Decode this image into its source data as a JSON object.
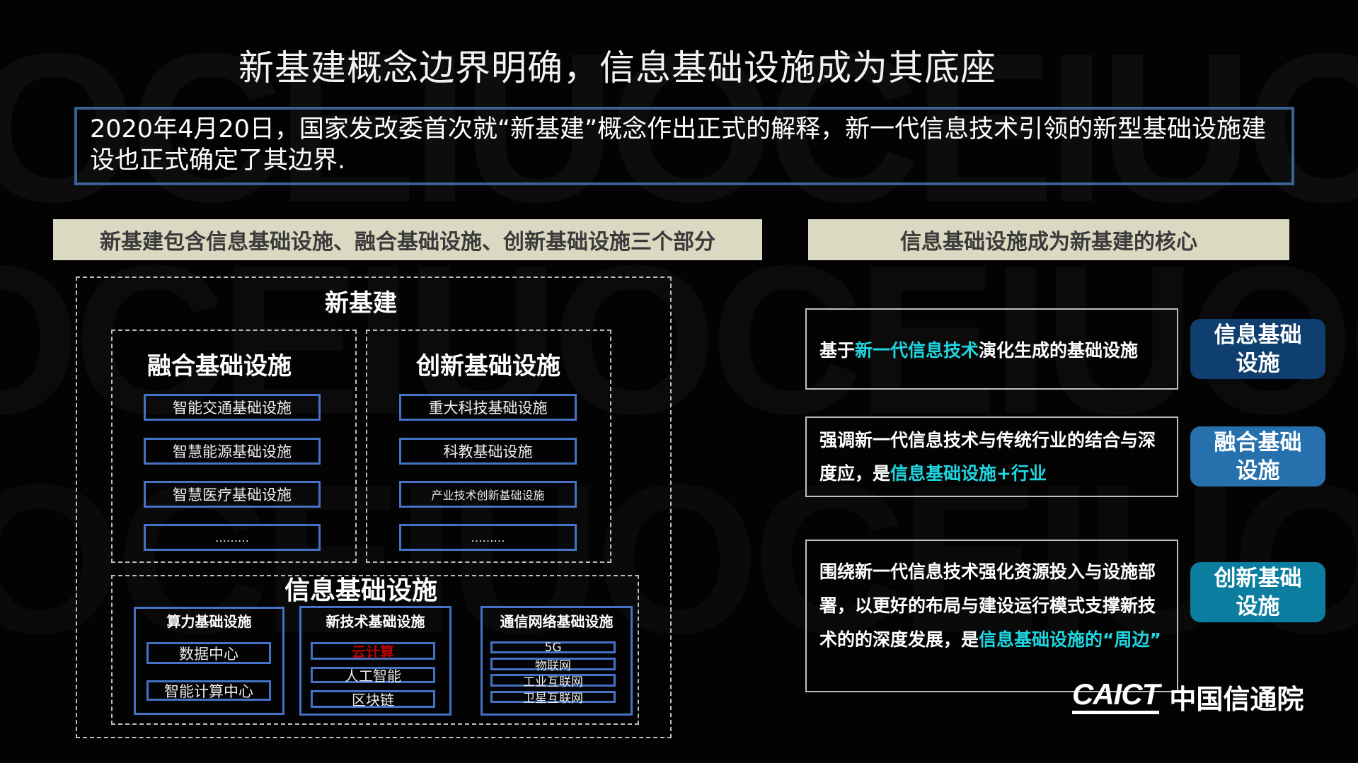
{
  "slide": {
    "title": "新基建概念边界明确，信息基础设施成为其底座",
    "intro": "2020年4月20日，国家发改委首次就“新基建”概念作出正式的解释，新一代信息技术引领的新型基础设施建设也正式确定了其边界.",
    "colors": {
      "background": "#030303",
      "banner_bg": "#dcd9c2",
      "banner_text": "#3a3a3a",
      "intro_border": "#3b6294",
      "box_border": "#4472c4",
      "highlight": "#1fd6e0",
      "red_item": "#c00000",
      "pill_info": "#0f3f6f",
      "pill_fusion": "#2671ad",
      "pill_innovation": "#0b7ea0"
    }
  },
  "left_panel": {
    "banner": "新基建包含信息基础设施、融合基础设施、创新基础设施三个部分",
    "diagram": {
      "root": "新基建",
      "fusion": {
        "title": "融合基础设施",
        "items": [
          "智能交通基础设施",
          "智慧能源基础设施",
          "智慧医疗基础设施",
          "………"
        ]
      },
      "innovation": {
        "title": "创新基础设施",
        "items": [
          "重大科技基础设施",
          "科教基础设施",
          "产业技术创新基础设施",
          "………"
        ]
      },
      "information": {
        "title": "信息基础设施",
        "computing": {
          "title": "算力基础设施",
          "items": [
            "数据中心",
            "智能计算中心"
          ]
        },
        "new_tech": {
          "title": "新技术基础设施",
          "items": [
            "云计算",
            "人工智能",
            "区块链"
          ]
        },
        "network": {
          "title": "通信网络基础设施",
          "items": [
            "5G",
            "物联网",
            "工业互联网",
            "卫星互联网"
          ]
        }
      }
    }
  },
  "right_panel": {
    "banner": "信息基础设施成为新基建的核心",
    "cards": [
      {
        "parts": [
          {
            "text": "基于",
            "hl": false
          },
          {
            "text": "新一代信息技术",
            "hl": true
          },
          {
            "text": "演化生成的基础设施",
            "hl": false
          }
        ],
        "pill_line1": "信息基础",
        "pill_line2": "设施"
      },
      {
        "parts": [
          {
            "text": "强调新一代信息技术与传统行业的结合与深度应，是",
            "hl": false
          },
          {
            "text": "信息基础设施+行业",
            "hl": true
          }
        ],
        "pill_line1": "融合基础",
        "pill_line2": "设施"
      },
      {
        "parts": [
          {
            "text": "围绕新一代信息技术强化资源投入与设施部署，以更好的布局与建设运行模式支撑新技术的的深度发展，是",
            "hl": false
          },
          {
            "text": "信息基础设施的“周边”",
            "hl": true
          }
        ],
        "pill_line1": "创新基础",
        "pill_line2": "设施"
      }
    ]
  },
  "logo": {
    "en": "CAICT",
    "cn": "中国信通院"
  },
  "watermark": "OCEIUOCEIUOCE"
}
